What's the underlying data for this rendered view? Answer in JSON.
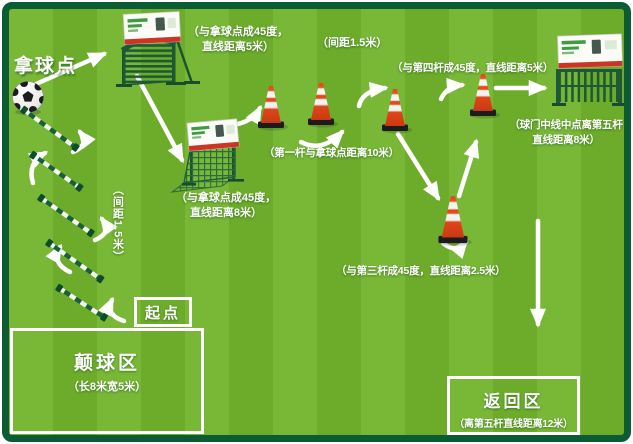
{
  "colors": {
    "field_green": "#72b42c",
    "border_green": "#0b5c35",
    "cone_orange": "#e2491c",
    "equipment_green": "#1d5837",
    "sign_red": "#cc3524",
    "arrow_white": "#ffffff"
  },
  "ball_area": {
    "pickup_label": "拿球点"
  },
  "notes": {
    "rebounder1": {
      "line1": "（与拿球点成45度，",
      "line2": "直线距离5米）"
    },
    "cone_spacing": "（间距1.5米）",
    "pole4": "（与第四杆成45度，直线距离5米）",
    "pole1": "（第一杆与拿球点距离10米）",
    "rebounder2": {
      "line1": "（与拿球点成45度，",
      "line2": "直线距离8米）"
    },
    "hurdle_spacing": "（间距1.5米）",
    "pole3": "（与第三杆成45度，直线距离2.5米）",
    "goal": {
      "line1": "（球门中线中点离第五杆",
      "line2": "直线距离8米）"
    }
  },
  "zones": {
    "start": {
      "label": "起点"
    },
    "juggle": {
      "title": "颠球区",
      "subtitle": "（长8米宽5米）"
    },
    "return": {
      "title": "返回区",
      "subtitle": "（离第五杆直线距离12米）"
    }
  },
  "equipment": {
    "cone_count": 5,
    "hurdle_count": 5,
    "rebounder_count": 2,
    "goal_count": 1
  }
}
